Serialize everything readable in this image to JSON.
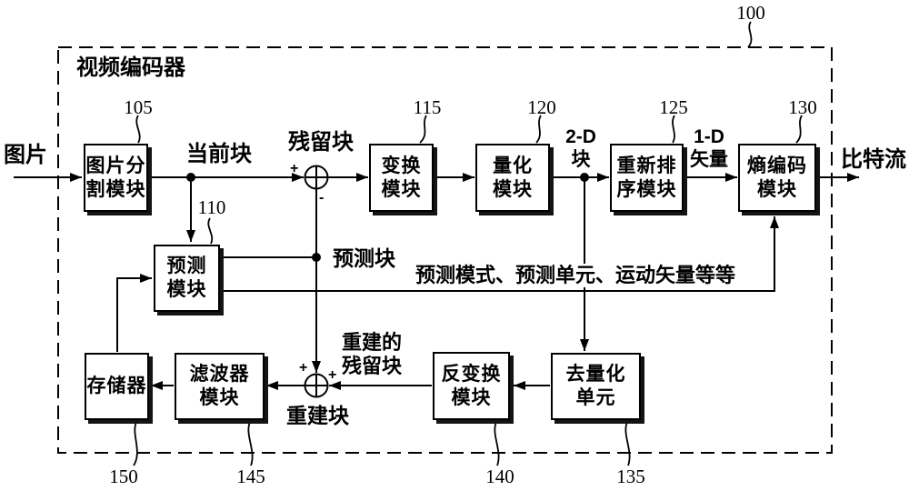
{
  "figure": {
    "ref": "100",
    "title": "视频编码器",
    "input_label": "图片",
    "output_label": "比特流"
  },
  "blocks": {
    "partition": {
      "ref": "105",
      "label": "图片分\n割模块"
    },
    "prediction": {
      "ref": "110",
      "label": "预测\n模块"
    },
    "transform": {
      "ref": "115",
      "label": "变换\n模块"
    },
    "quantization": {
      "ref": "120",
      "label": "量化\n模块"
    },
    "reorder": {
      "ref": "125",
      "label": "重新排\n序模块"
    },
    "entropy": {
      "ref": "130",
      "label": "熵编码\n模块"
    },
    "dequantization": {
      "ref": "135",
      "label": "去量化\n单元"
    },
    "inverse_transform": {
      "ref": "140",
      "label": "反变换\n模块"
    },
    "filter": {
      "ref": "145",
      "label": "滤波器\n模块"
    },
    "memory": {
      "ref": "150",
      "label": "存储器"
    }
  },
  "labels": {
    "current_block": "当前块",
    "residual_block": "残留块",
    "prediction_block": "预测块",
    "two_d_block": "2-D\n块",
    "one_d_vector": "1-D\n矢量",
    "prediction_info": "预测模式、预测单元、运动矢量等等",
    "reconstructed_residual": "重建的\n残留块",
    "reconstructed_block": "重建块"
  },
  "adders": {
    "top": {
      "sign_left": "+",
      "sign_bottom": "-"
    },
    "bottom": {
      "sign_top": "+",
      "sign_right": "+"
    }
  },
  "colors": {
    "line": "#000000",
    "shadow": "#141414",
    "background": "#ffffff"
  }
}
